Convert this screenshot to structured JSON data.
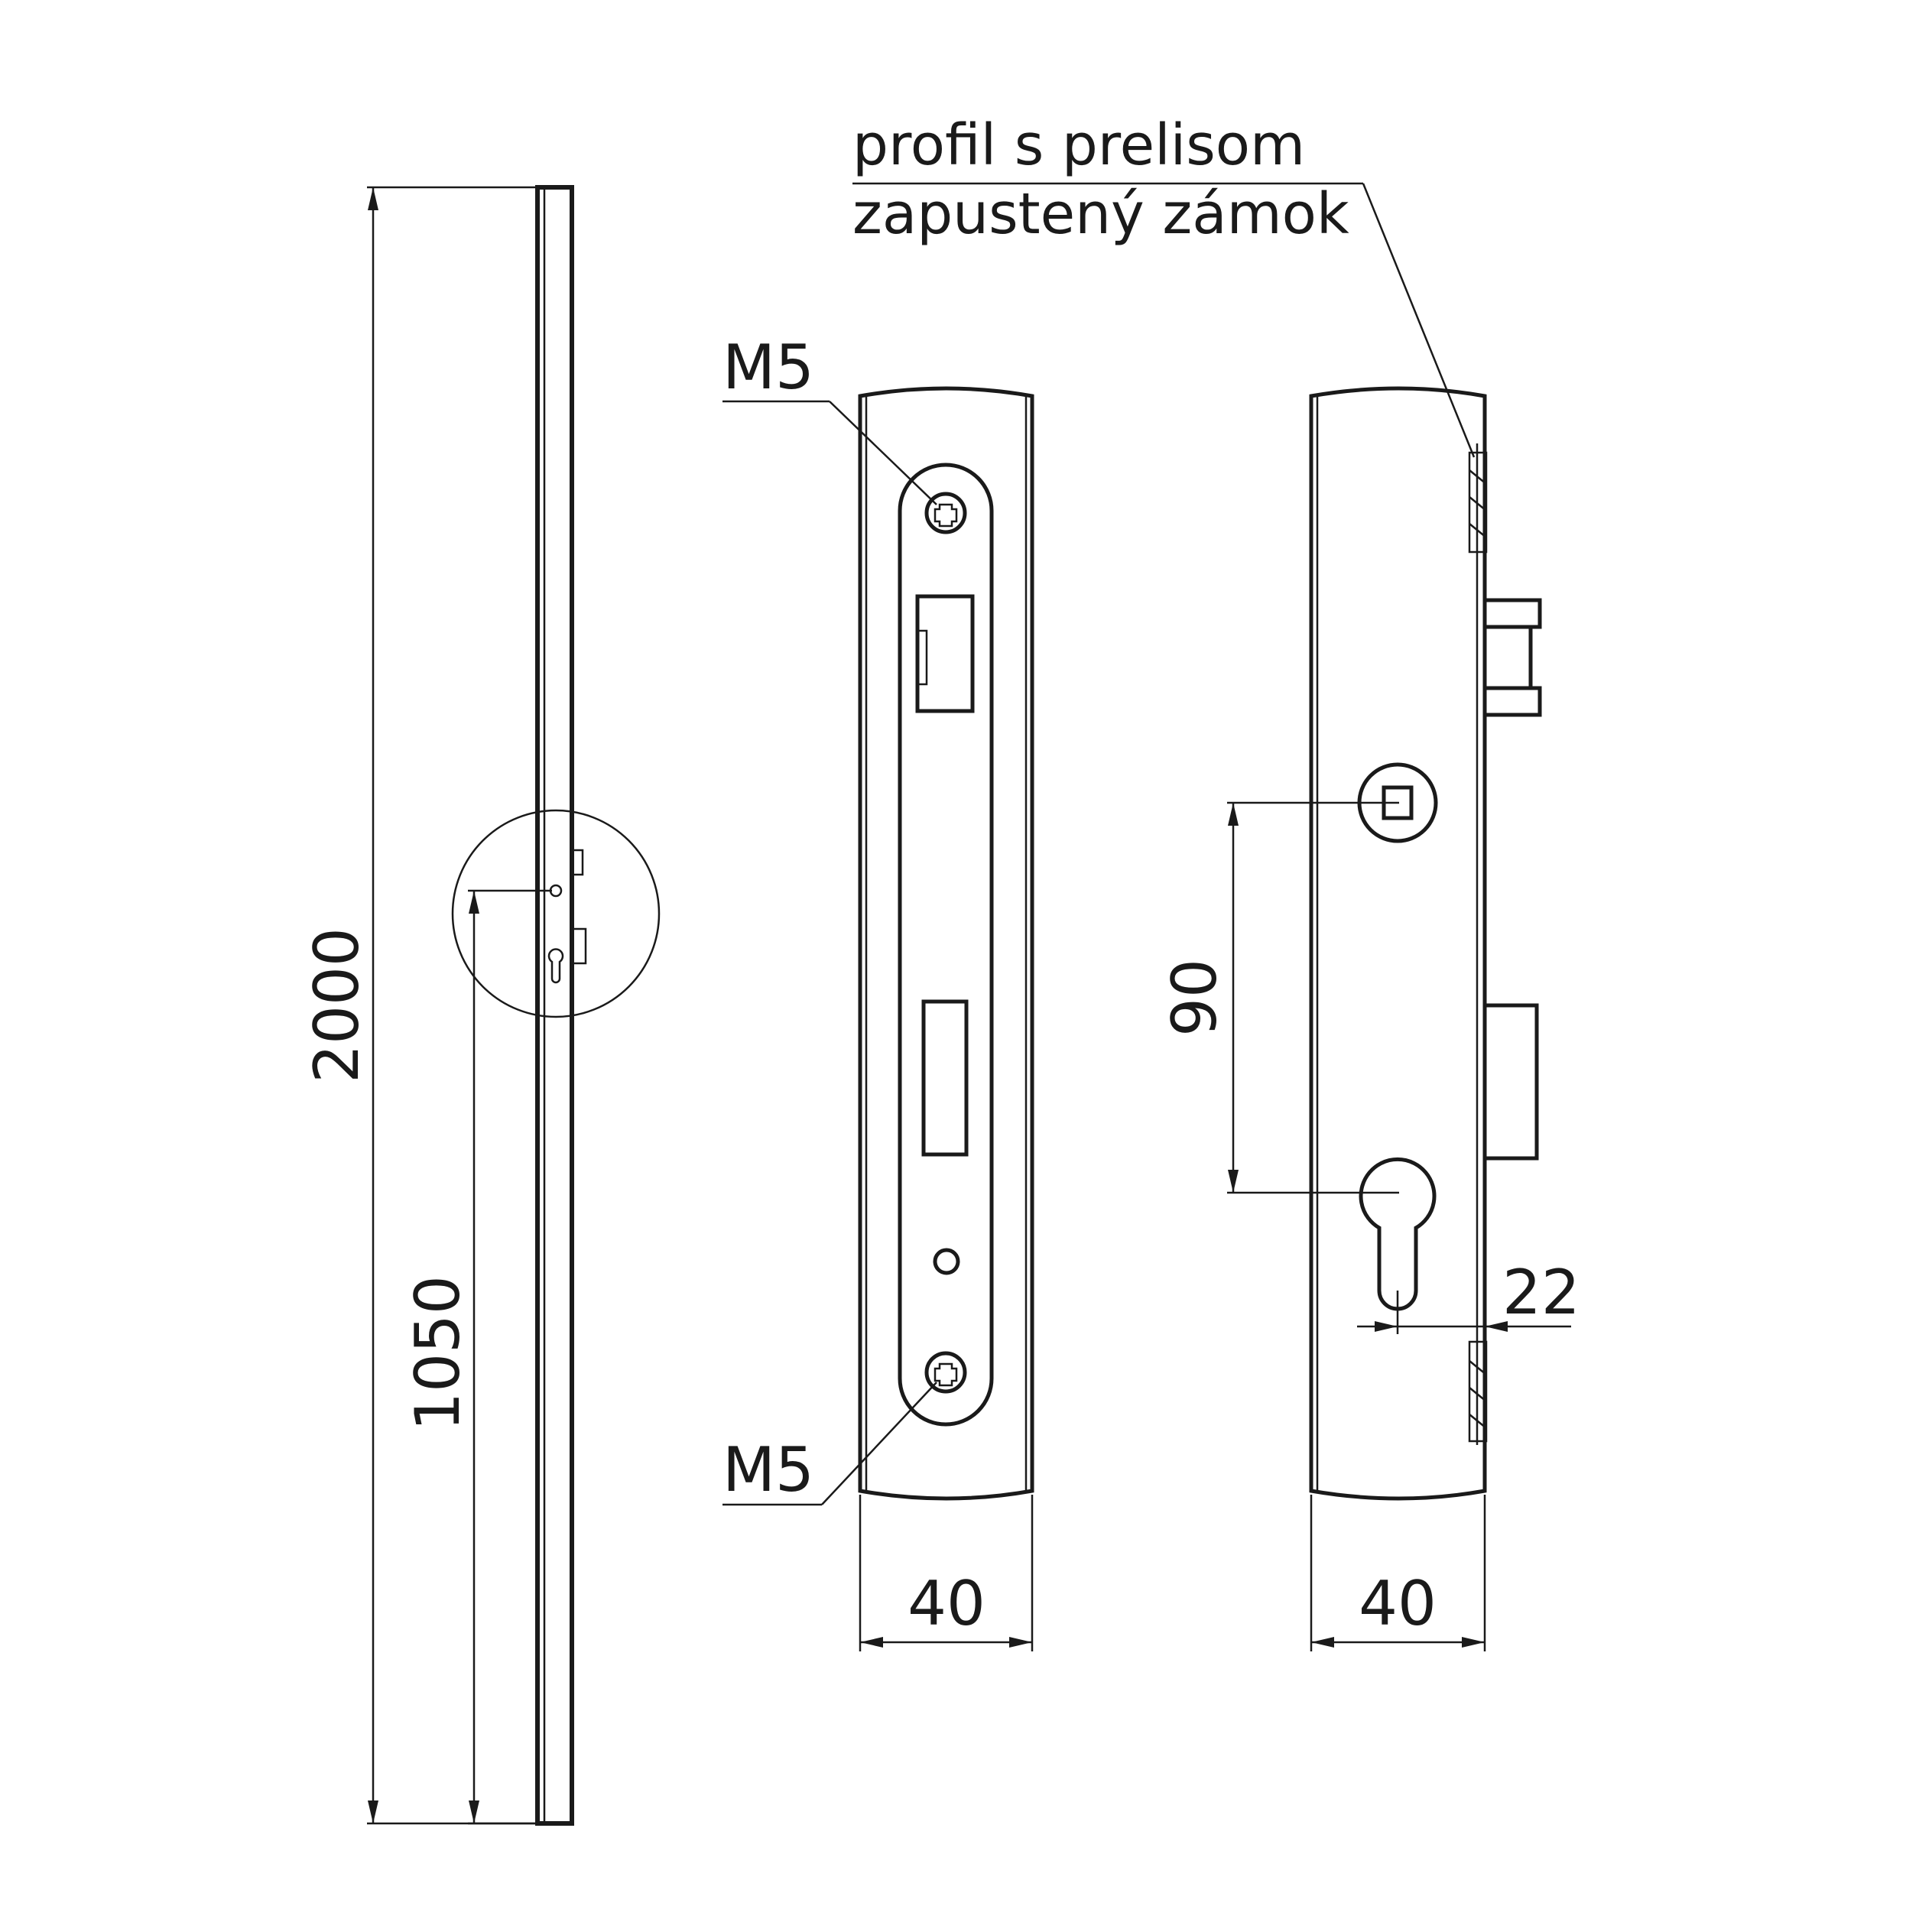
{
  "annotations": {
    "profile_line1": "profil s prelisom",
    "profile_line2": "zapustený zámok",
    "screw_top": "M5",
    "screw_bottom": "M5"
  },
  "dimensions": {
    "total_height": "2000",
    "lock_height": "1050",
    "front_width": "40",
    "side_width": "40",
    "handle_to_cylinder": "90",
    "backset": "22"
  }
}
